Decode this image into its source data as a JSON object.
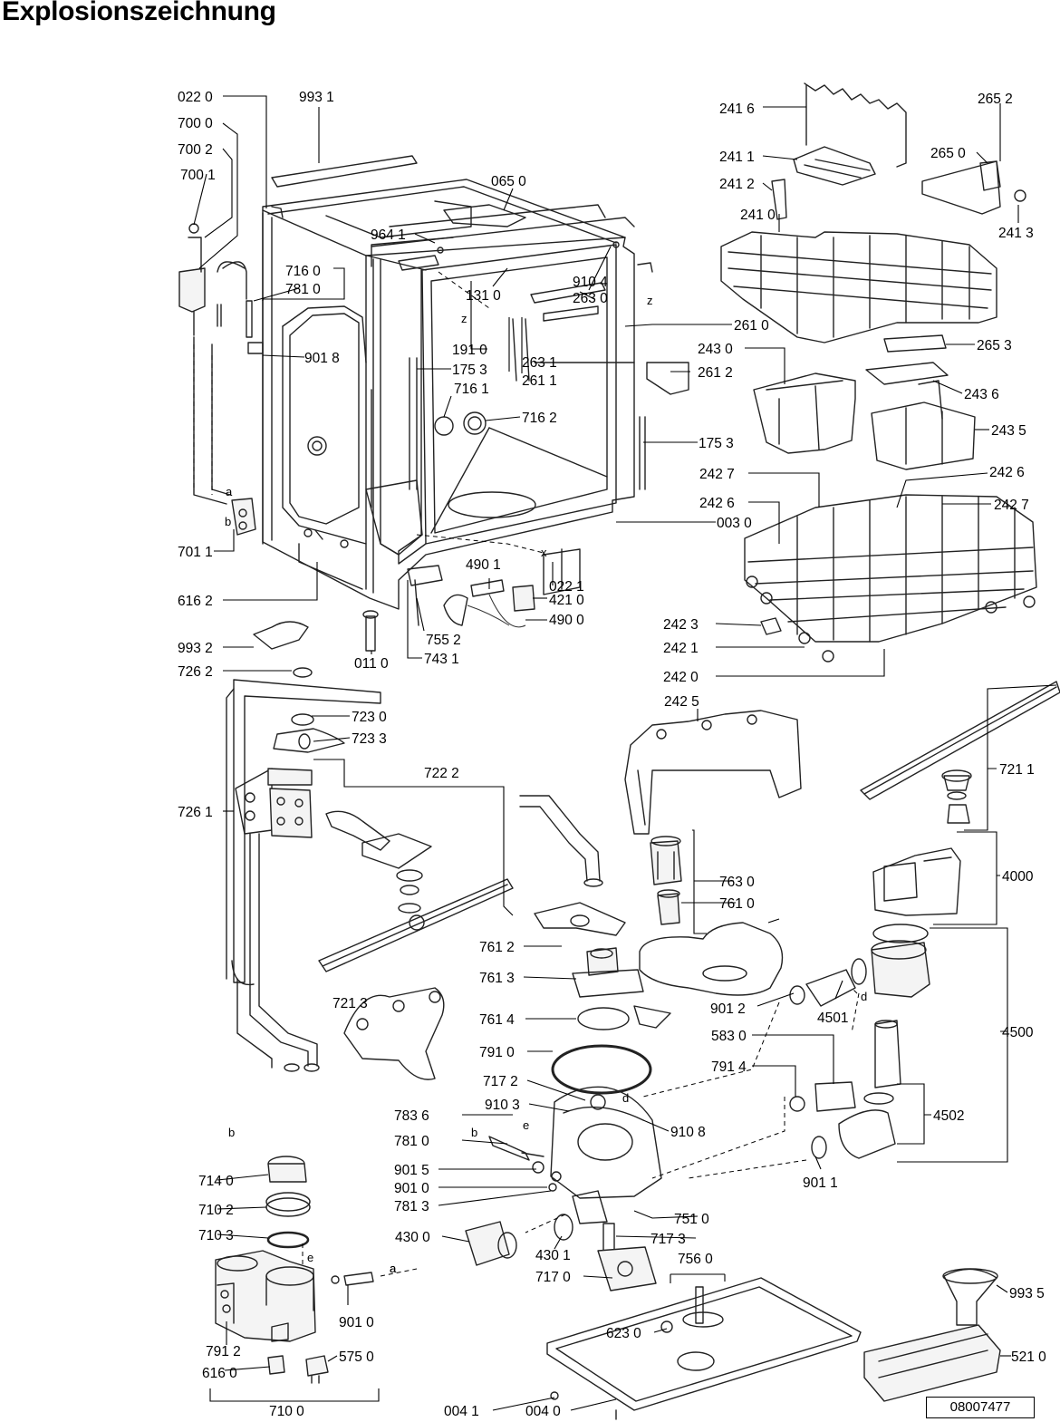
{
  "title": "Explosionszeichnung",
  "drawing_number": "08007477",
  "part_labels": [
    {
      "id": "022 0"
    },
    {
      "id": "993 1"
    },
    {
      "id": "700 0"
    },
    {
      "id": "700 2"
    },
    {
      "id": "700 1"
    },
    {
      "id": "065 0"
    },
    {
      "id": "964 1"
    },
    {
      "id": "716 0"
    },
    {
      "id": "781 0"
    },
    {
      "id": "910 4"
    },
    {
      "id": "131 0"
    },
    {
      "id": "263 0"
    },
    {
      "id": "261 0"
    },
    {
      "id": "901 8"
    },
    {
      "id": "191 0"
    },
    {
      "id": "175 3"
    },
    {
      "id": "263 1"
    },
    {
      "id": "261 1"
    },
    {
      "id": "261 2"
    },
    {
      "id": "716 1"
    },
    {
      "id": "716 2"
    },
    {
      "id": "175 3"
    },
    {
      "id": "003 0"
    },
    {
      "id": "701 1"
    },
    {
      "id": "490 1"
    },
    {
      "id": "022 1"
    },
    {
      "id": "421 0"
    },
    {
      "id": "490 0"
    },
    {
      "id": "616 2"
    },
    {
      "id": "755 2"
    },
    {
      "id": "011 0"
    },
    {
      "id": "743 1"
    },
    {
      "id": "993 2"
    },
    {
      "id": "726 2"
    },
    {
      "id": "723 0"
    },
    {
      "id": "723 3"
    },
    {
      "id": "722 2"
    },
    {
      "id": "726 1"
    },
    {
      "id": "241 6"
    },
    {
      "id": "265 2"
    },
    {
      "id": "241 1"
    },
    {
      "id": "265 0"
    },
    {
      "id": "241 2"
    },
    {
      "id": "241 0"
    },
    {
      "id": "241 3"
    },
    {
      "id": "265 3"
    },
    {
      "id": "243 0"
    },
    {
      "id": "243 6"
    },
    {
      "id": "243 5"
    },
    {
      "id": "242 7"
    },
    {
      "id": "242 6"
    },
    {
      "id": "242 6"
    },
    {
      "id": "242 7"
    },
    {
      "id": "242 3"
    },
    {
      "id": "242 1"
    },
    {
      "id": "242 0"
    },
    {
      "id": "242 5"
    },
    {
      "id": "721 1"
    },
    {
      "id": "763 0"
    },
    {
      "id": "761 0"
    },
    {
      "id": "4000"
    },
    {
      "id": "761 2"
    },
    {
      "id": "761 3"
    },
    {
      "id": "901 2"
    },
    {
      "id": "4501"
    },
    {
      "id": "761 4"
    },
    {
      "id": "721 3"
    },
    {
      "id": "583 0"
    },
    {
      "id": "4500"
    },
    {
      "id": "791 0"
    },
    {
      "id": "791 4"
    },
    {
      "id": "717 2"
    },
    {
      "id": "910 3"
    },
    {
      "id": "910 8"
    },
    {
      "id": "4502"
    },
    {
      "id": "783 6"
    },
    {
      "id": "781 0"
    },
    {
      "id": "901 5"
    },
    {
      "id": "901 0"
    },
    {
      "id": "781 3"
    },
    {
      "id": "901 1"
    },
    {
      "id": "714 0"
    },
    {
      "id": "710 2"
    },
    {
      "id": "710 3"
    },
    {
      "id": "751 0"
    },
    {
      "id": "717 3"
    },
    {
      "id": "430 0"
    },
    {
      "id": "430 1"
    },
    {
      "id": "756 0"
    },
    {
      "id": "717 0"
    },
    {
      "id": "901 0"
    },
    {
      "id": "993 5"
    },
    {
      "id": "623 0"
    },
    {
      "id": "791 2"
    },
    {
      "id": "616 0"
    },
    {
      "id": "575 0"
    },
    {
      "id": "521 0"
    },
    {
      "id": "004 1"
    },
    {
      "id": "004 0"
    },
    {
      "id": "710 0"
    }
  ],
  "connection_marks": [
    "a",
    "b",
    "b",
    "a",
    "z",
    "z",
    "x",
    "d",
    "d",
    "e",
    "e",
    "b",
    "a"
  ]
}
